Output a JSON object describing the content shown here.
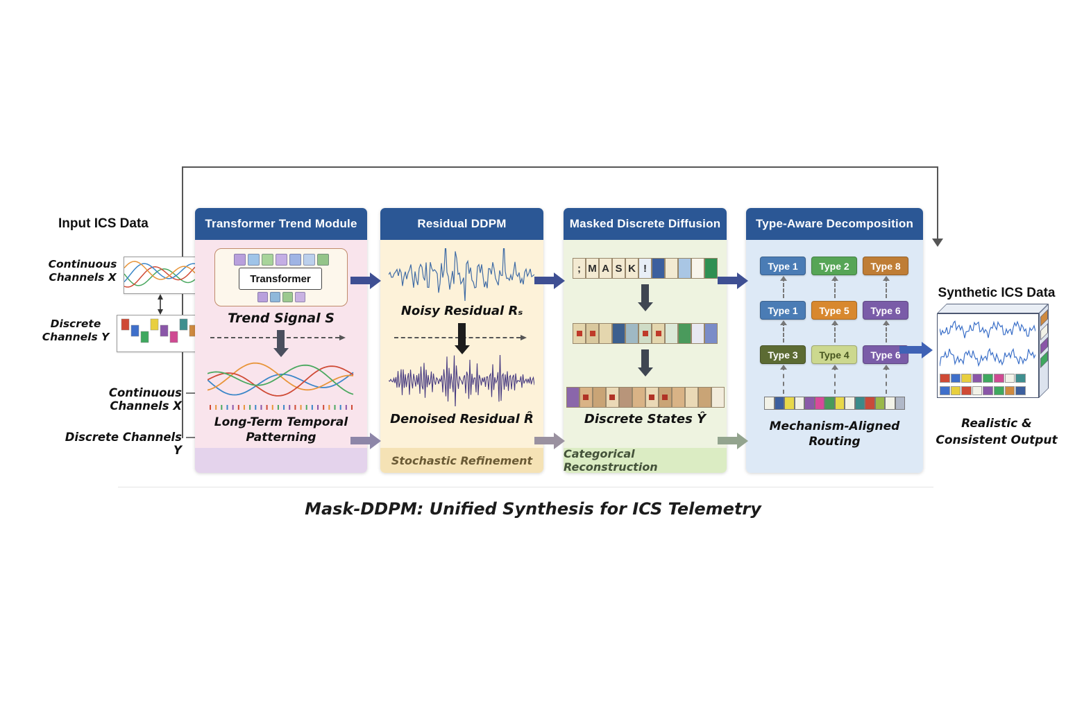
{
  "colors": {
    "header_bg": "#2b5795",
    "arrow_main": "#3e4f93",
    "arrow_out": "#3f62b5",
    "line": "#555555"
  },
  "caption": "Mask-DDPM: Unified Synthesis for ICS Telemetry",
  "input": {
    "heading": "Input ICS Data",
    "continuous_label": "Continuous Channels X",
    "discrete_label": "Discrete Channels Y",
    "discrete_blocks": [
      "#cf4a35",
      "#3f6fca",
      "#3fa85f",
      "#e8cf3f",
      "#8a56a8",
      "#cf4a92",
      "#3f8f8f",
      "#cf8a3f"
    ]
  },
  "pointers": {
    "continuous_label": "Continuous Channels X",
    "discrete_label": "Discrete Channels Y"
  },
  "panel1": {
    "header": "Transformer Trend Module",
    "transformer_label": "Transformer",
    "trend_label": "Trend Signal S",
    "bottom_label_line1": "Long-Term Temporal",
    "bottom_label_line2": "Patterning",
    "token_row_top": [
      "#b9a0dc",
      "#9fc4e8",
      "#a8d49a",
      "#c4aee4",
      "#9fb4e4",
      "#bcd0ec",
      "#94c489"
    ],
    "token_row_bottom": [
      "#b9a0dc",
      "#8fb8da",
      "#9cc98e",
      "#c9b2e2"
    ]
  },
  "panel2": {
    "header": "Residual DDPM",
    "noisy_label": "Noisy Residual Rₛ",
    "denoised_label": "Denoised Residual R̂",
    "footer": "Stochastic Refinement"
  },
  "panel3": {
    "header": "Masked Discrete Diffusion",
    "states_label": "Discrete States Ŷ",
    "footer": "Categorical Reconstruction",
    "row1": [
      {
        "char": ";",
        "bg": "#f3ead2"
      },
      {
        "char": "M",
        "bg": "#f3ead2"
      },
      {
        "char": "A",
        "bg": "#f3ead2"
      },
      {
        "char": "S",
        "bg": "#f3ead2"
      },
      {
        "char": "K",
        "bg": "#f3ead2"
      },
      {
        "char": "!",
        "bg": "#e8eef6"
      },
      {
        "bg": "#3c5f9e"
      },
      {
        "bg": "#f3ead2"
      },
      {
        "bg": "#a9c6e4"
      },
      {
        "bg": "#f8f5ec"
      },
      {
        "bg": "#2f8f52"
      }
    ],
    "row2": [
      {
        "bg": "#e4d6ae",
        "dot": "#bf3a2a"
      },
      {
        "bg": "#d9c89e",
        "dot": "#bf3a2a"
      },
      {
        "bg": "#e4d6ae"
      },
      {
        "bg": "#3c5f8e"
      },
      {
        "bg": "#9fb9c4"
      },
      {
        "bg": "#cfdcc6",
        "dot": "#bf3a2a"
      },
      {
        "bg": "#e4d6ae",
        "dot": "#bf3a2a"
      },
      {
        "bg": "#dce8d8"
      },
      {
        "bg": "#4a9a5c"
      },
      {
        "bg": "#e8e8f2"
      },
      {
        "bg": "#7a8cc8"
      }
    ],
    "row3": [
      {
        "bg": "#8a66aa"
      },
      {
        "bg": "#d9b386",
        "dot": "#b03326"
      },
      {
        "bg": "#c9a476"
      },
      {
        "bg": "#ead9b6",
        "dot": "#b03326"
      },
      {
        "bg": "#b8957a"
      },
      {
        "bg": "#d9b386"
      },
      {
        "bg": "#ead9b6",
        "dot": "#b03326"
      },
      {
        "bg": "#c9a476",
        "dot": "#b03326"
      },
      {
        "bg": "#d9b386"
      },
      {
        "bg": "#ead9b6"
      },
      {
        "bg": "#c9a476"
      },
      {
        "bg": "#f2ecdc"
      }
    ]
  },
  "panel4": {
    "header": "Type-Aware Decomposition",
    "bottom_label_line1": "Mechanism-Aligned",
    "bottom_label_line2": "Routing",
    "chips": [
      {
        "label": "Type 1",
        "bg": "#4a7cb5",
        "fg": "#ffffff"
      },
      {
        "label": "Type 2",
        "bg": "#56a556",
        "fg": "#ffffff"
      },
      {
        "label": "Type 8",
        "bg": "#bf7d35",
        "fg": "#ffffff"
      },
      {
        "label": "Type 1",
        "bg": "#4a7cb5",
        "fg": "#ffffff"
      },
      {
        "label": "Type 5",
        "bg": "#d8882e",
        "fg": "#ffffff"
      },
      {
        "label": "Type 6",
        "bg": "#7a5ca8",
        "fg": "#ffffff"
      },
      {
        "label": "Type 3",
        "bg": "#5c6b33",
        "fg": "#ffffff"
      },
      {
        "label": "Type 4",
        "bg": "#ccd88f",
        "fg": "#46541f"
      },
      {
        "label": "Type 6",
        "bg": "#7a5ca8",
        "fg": "#ffffff"
      }
    ],
    "strip": [
      "#f2f2e8",
      "#3c5f9e",
      "#e8d84a",
      "#f2f2e8",
      "#8a5aa8",
      "#d84a9a",
      "#4a9a5a",
      "#e8d84a",
      "#f2f2e8",
      "#3a8a8a",
      "#c84a3a",
      "#9ab84a",
      "#f2f2e8",
      "#b0b8c8"
    ]
  },
  "output": {
    "heading": "Synthetic ICS Data",
    "caption_line1": "Realistic &",
    "caption_line2": "Consistent Output",
    "cells_row1": [
      "#cf4a35",
      "#3f6fca",
      "#e8cf3f",
      "#8a56a8",
      "#3fa85f",
      "#cf4a92",
      "#f2f2e8",
      "#3f8f8f"
    ],
    "cells_row2": [
      "#3f6fca",
      "#e8cf3f",
      "#cf4a35",
      "#f2f2e8",
      "#8a56a8",
      "#3fa85f",
      "#cf8a3f",
      "#3c5f9e"
    ],
    "side_cells": [
      "#cf8a3f",
      "#f2f2e8",
      "#8a56a8",
      "#3fa85f"
    ]
  }
}
